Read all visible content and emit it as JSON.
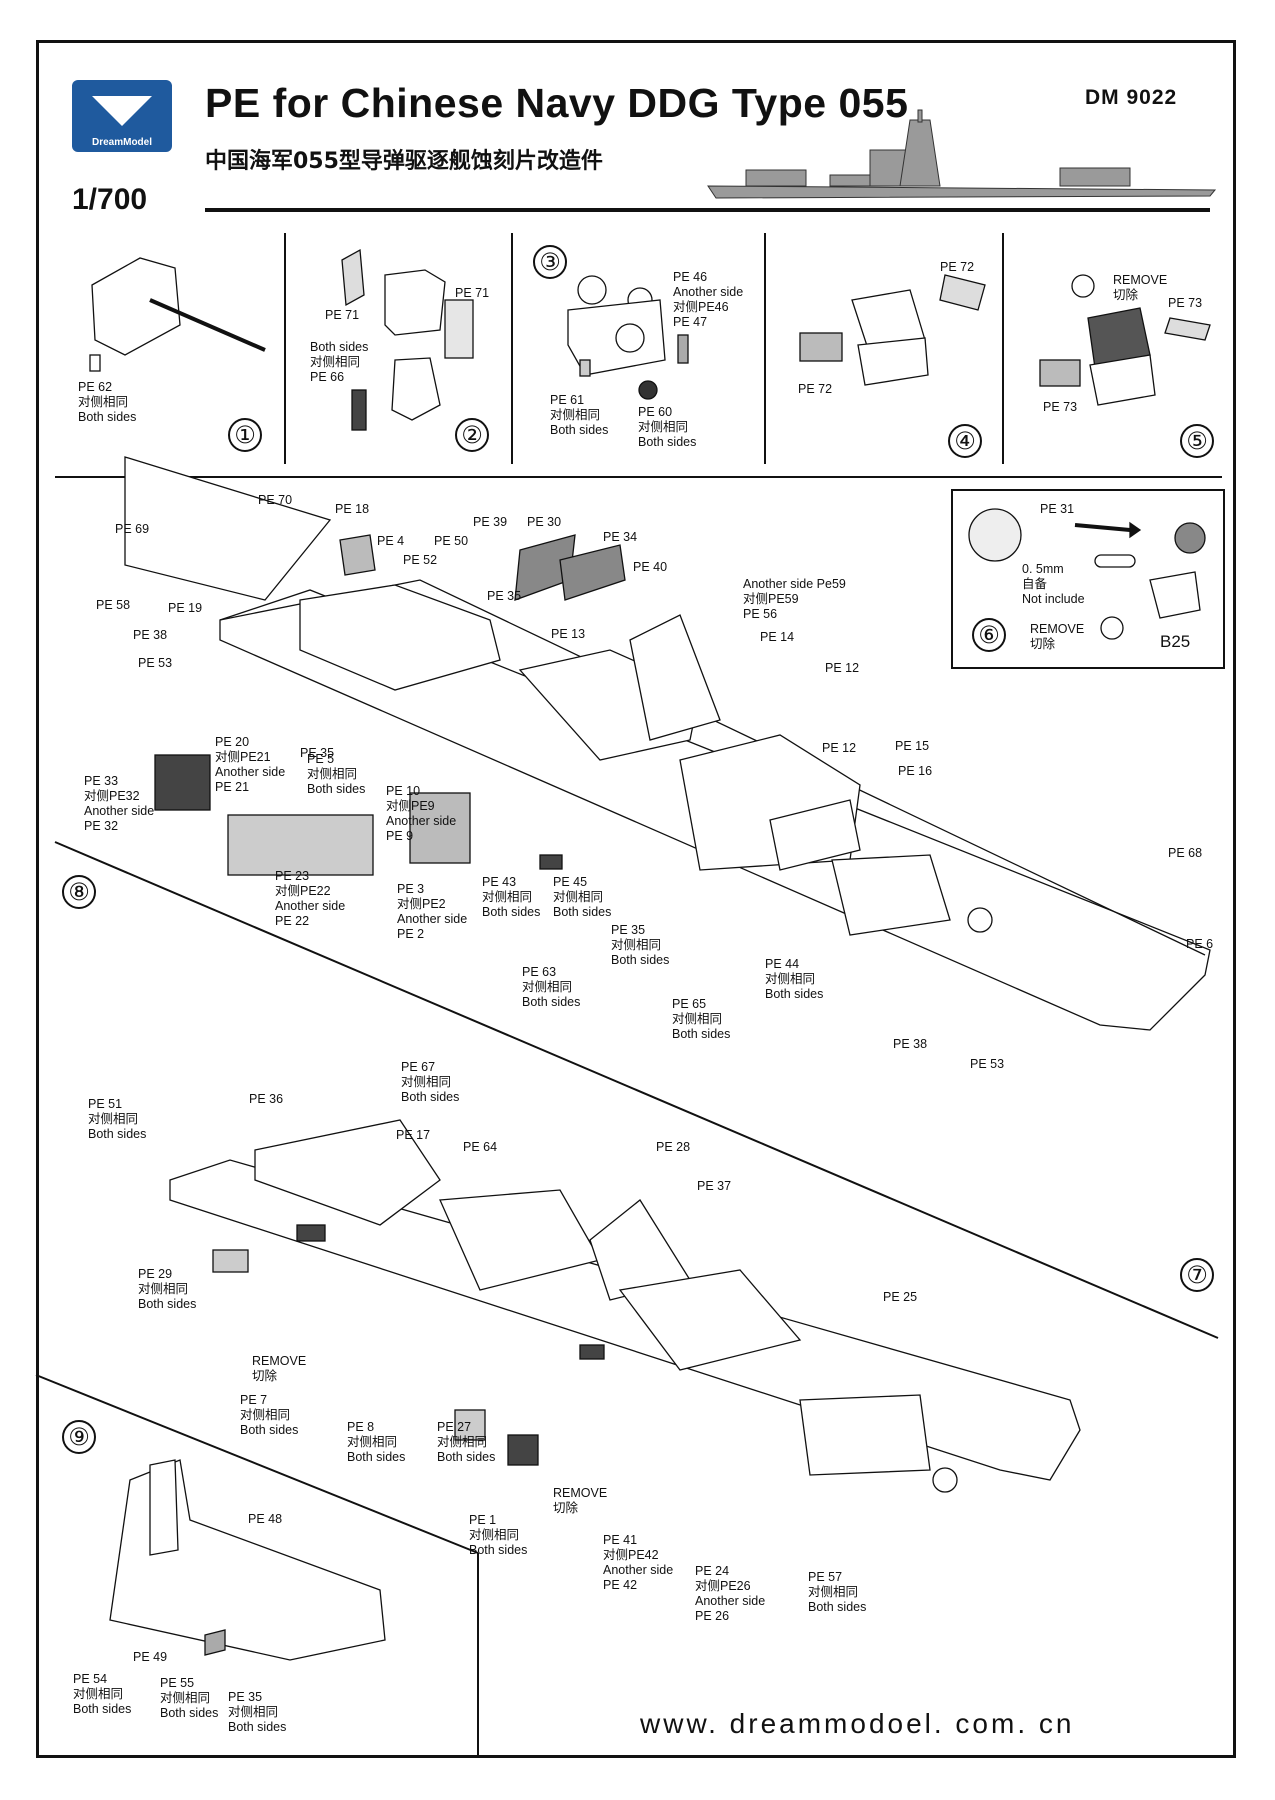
{
  "header": {
    "title": "PE for Chinese Navy DDG Type 055",
    "subtitle": "中国海军055型导弹驱逐舰蚀刻片改造件",
    "code": "DM 9022",
    "scale": "1/700",
    "brand": "DreamModel"
  },
  "footer": {
    "url": "www. dreammodoel. com. cn"
  },
  "steps": {
    "s1": "①",
    "s2": "②",
    "s3": "③",
    "s4": "④",
    "s5": "⑤",
    "s6": "⑥",
    "s7": "⑦",
    "s8": "⑧",
    "s9": "⑨"
  },
  "labels": {
    "p1": [
      "PE 62",
      "对侧相同",
      "Both sides"
    ],
    "p2a": [
      "PE 71"
    ],
    "p2b": [
      "PE 71"
    ],
    "p2c": [
      "Both sides",
      "对侧相同",
      "PE 66"
    ],
    "p3a": [
      "PE 46",
      "Another side",
      "对侧PE46",
      "PE 47"
    ],
    "p3b": [
      "PE 61",
      "对侧相同",
      "Both sides"
    ],
    "p3c": [
      "PE 60",
      "对侧相同",
      "Both sides"
    ],
    "p4a": [
      "PE 72"
    ],
    "p4b": [
      "PE 72"
    ],
    "p5a": [
      "REMOVE",
      "切除"
    ],
    "p5b": [
      "PE 73"
    ],
    "p5c": [
      "PE 73"
    ],
    "p6a": [
      "PE 31"
    ],
    "p6b": [
      "0. 5mm",
      "自备",
      "Not  include"
    ],
    "p6c": [
      "REMOVE",
      "切除"
    ],
    "p6d": [
      "B25"
    ],
    "p8": {
      "pe70": [
        "PE 70"
      ],
      "pe69": [
        "PE 69"
      ],
      "pe58": [
        "PE 58"
      ],
      "pe19": [
        "PE 19"
      ],
      "pe18": [
        "PE 18"
      ],
      "pe4": [
        "PE 4"
      ],
      "pe52": [
        "PE 52"
      ],
      "pe50": [
        "PE 50"
      ],
      "pe39": [
        "PE 39"
      ],
      "pe30": [
        "PE 30"
      ],
      "pe34": [
        "PE 34"
      ],
      "pe40": [
        "PE 40"
      ],
      "pe35a": [
        "PE 35"
      ],
      "pe59": [
        "Another side Pe59",
        "对侧PE59",
        "PE 56"
      ],
      "pe13": [
        "PE 13"
      ],
      "pe14": [
        "PE 14"
      ],
      "pe12a": [
        "PE 12"
      ],
      "pe12b": [
        "PE 12"
      ],
      "pe15": [
        "PE 15"
      ],
      "pe16": [
        "PE 16"
      ],
      "pe38a": [
        "PE 38"
      ],
      "pe53a": [
        "PE 53"
      ],
      "pe20": [
        "PE 20",
        "对侧PE21",
        "Another side",
        "PE 21"
      ],
      "pe35b": [
        "PE 35"
      ],
      "pe5": [
        "PE 5",
        "对侧相同",
        "Both sides"
      ],
      "pe33": [
        "PE 33",
        "对侧PE32",
        "Another side",
        "PE 32"
      ],
      "pe10": [
        "PE 10",
        "对侧PE9",
        "Another side",
        "PE 9"
      ],
      "pe23": [
        "PE 23",
        "对侧PE22",
        "Another side",
        "PE 22"
      ],
      "pe3": [
        "PE 3",
        "对侧PE2",
        "Another side",
        "PE 2"
      ],
      "pe43": [
        "PE 43",
        "对侧相同",
        "Both sides"
      ],
      "pe45": [
        "PE 45",
        "对侧相同",
        "Both sides"
      ],
      "pe35c": [
        "PE 35",
        "对侧相同",
        "Both sides"
      ],
      "pe63": [
        "PE 63",
        "对侧相同",
        "Both sides"
      ],
      "pe65": [
        "PE 65",
        "对侧相同",
        "Both sides"
      ],
      "pe44": [
        "PE 44",
        "对侧相同",
        "Both sides"
      ],
      "pe68": [
        "PE 68"
      ],
      "pe6": [
        "PE 6"
      ],
      "pe38b": [
        "PE 38"
      ],
      "pe53b": [
        "PE 53"
      ]
    },
    "p7": {
      "pe51": [
        "PE 51",
        "对侧相同",
        "Both sides"
      ],
      "pe36": [
        "PE 36"
      ],
      "pe67": [
        "PE 67",
        "对侧相同",
        "Both sides"
      ],
      "pe17": [
        "PE 17"
      ],
      "pe64": [
        "PE 64"
      ],
      "pe28": [
        "PE 28"
      ],
      "pe37": [
        "PE 37"
      ],
      "pe29": [
        "PE 29",
        "对侧相同",
        "Both sides"
      ],
      "rem1": [
        "REMOVE",
        "切除"
      ],
      "pe7": [
        "PE 7",
        "对侧相同",
        "Both sides"
      ],
      "pe8": [
        "PE 8",
        "对侧相同",
        "Both sides"
      ],
      "pe27": [
        "PE 27",
        "对侧相同",
        "Both sides"
      ],
      "rem2": [
        "REMOVE",
        "切除"
      ],
      "pe1": [
        "PE 1",
        "对侧相同",
        "Both sides"
      ],
      "pe41": [
        "PE 41",
        "对侧PE42",
        "Another side",
        "PE 42"
      ],
      "pe24": [
        "PE 24",
        "对侧PE26",
        "Another side",
        "PE 26"
      ],
      "pe57": [
        "PE 57",
        "对侧相同",
        "Both sides"
      ],
      "pe25": [
        "PE 25"
      ]
    },
    "p9": {
      "pe48": [
        "PE 48"
      ],
      "pe49": [
        "PE 49"
      ],
      "pe54": [
        "PE 54",
        "对侧相同",
        "Both sides"
      ],
      "pe55": [
        "PE 55",
        "对侧相同",
        "Both sides"
      ],
      "pe35": [
        "PE 35",
        "对侧相同",
        "Both sides"
      ]
    }
  }
}
